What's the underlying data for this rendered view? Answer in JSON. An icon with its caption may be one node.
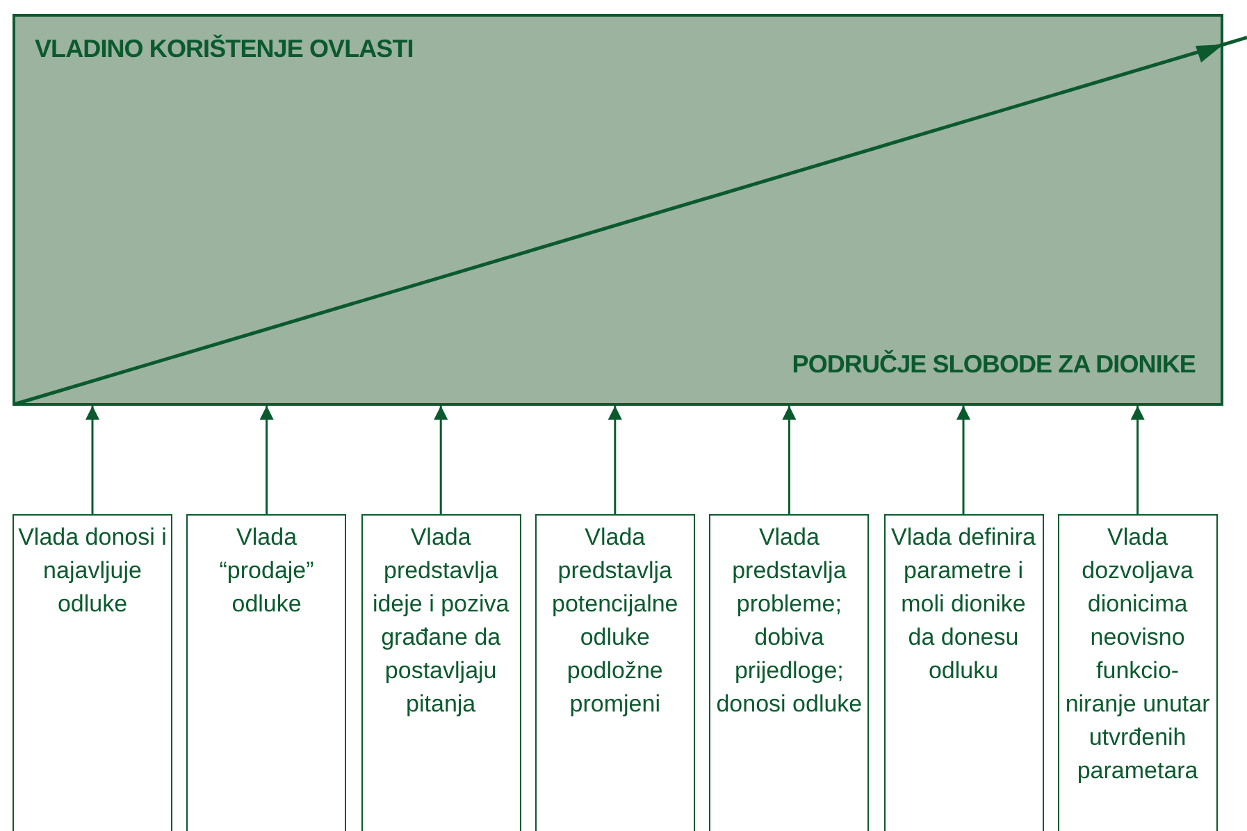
{
  "diagram": {
    "nodes": [
      {
        "text": [
          "VLADINO KORIŠTENJE OVLASTI",
          "PODRUČJE SLOBODE ZA DIONIKE"
        ]
      },
      {
        "text": [
          "Vlada donosi i najavljuje odluke"
        ]
      },
      {
        "text": [
          "Vlada “prodaje” odluke"
        ]
      },
      {
        "text": [
          "Vlada predstavlja ideje i poziva građane da postavljaju pitanja"
        ]
      },
      {
        "text": [
          "Vlada predstavlja potencijalne odluke podložne promjeni"
        ]
      },
      {
        "text": [
          "Vlada predstavlja probleme; dobiva prijedloge; donosi odluke"
        ]
      },
      {
        "text": [
          "Vlada definira parametre i moli dionike da donesu odluku"
        ]
      },
      {
        "text": [
          "Vlada dozvoljava dionicima neovisno funkcio- niranje unutar utvrđenih parametara"
        ]
      }
    ],
    "edges": [
      {
        "from": 1,
        "to": 0,
        "arrow": "to"
      },
      {
        "from": 2,
        "to": 0,
        "arrow": "to"
      },
      {
        "from": 3,
        "to": 0,
        "arrow": "to"
      },
      {
        "from": 4,
        "to": 0,
        "arrow": "to"
      },
      {
        "from": 5,
        "to": 0,
        "arrow": "to"
      },
      {
        "from": 6,
        "to": 0,
        "arrow": "to"
      },
      {
        "from": 7,
        "to": 0,
        "arrow": "to"
      }
    ]
  }
}
